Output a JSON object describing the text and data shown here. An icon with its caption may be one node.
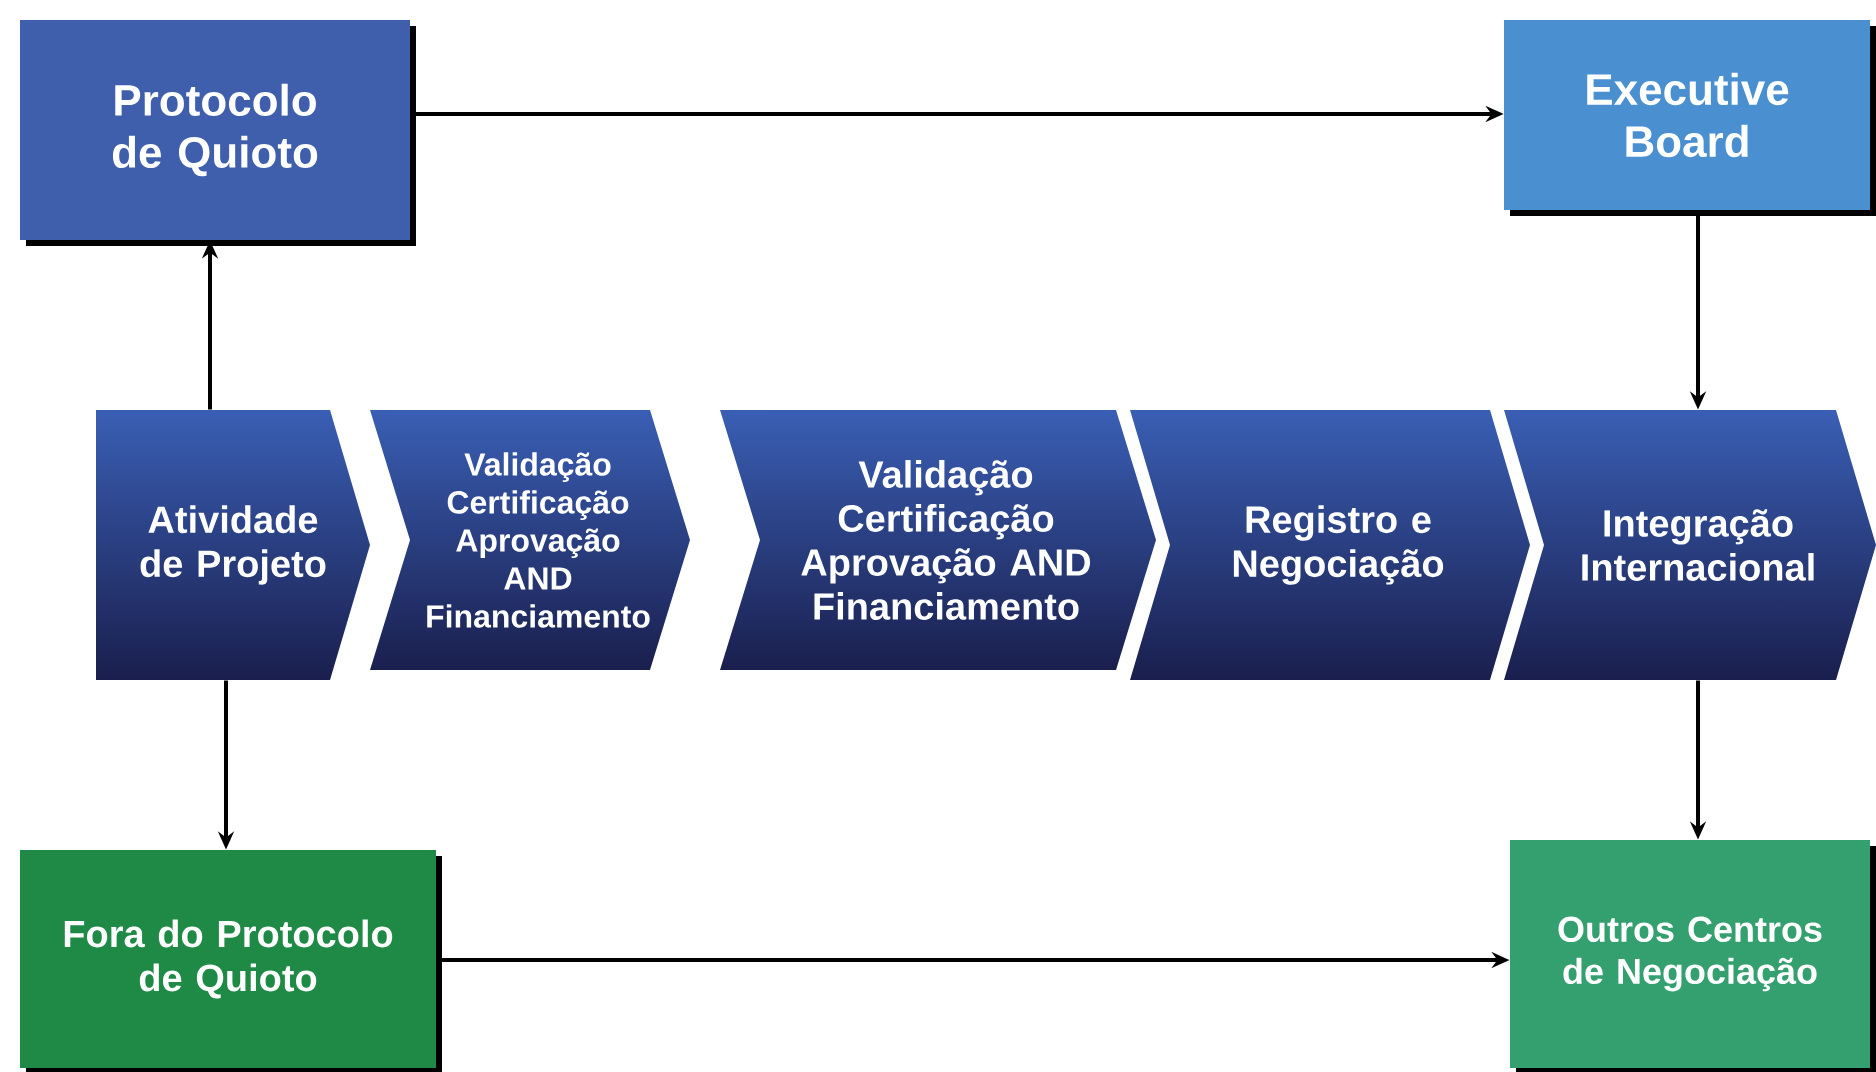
{
  "diagram": {
    "nodes": [
      {
        "text": [
          "Protocolo de Quioto"
        ]
      },
      {
        "text": [
          "Executive Board"
        ]
      },
      {
        "text": [
          "Atividade de Projeto"
        ]
      },
      {
        "text": [
          "Validação Certificação Aprovação AND Financiamento"
        ]
      },
      {
        "text": [
          "Validação Certificação Aprovação AND Financiamento"
        ]
      },
      {
        "text": [
          "Registro e Negociação"
        ]
      },
      {
        "text": [
          "Integração Internacional"
        ]
      },
      {
        "text": [
          "Fora do Protocolo de Quioto"
        ]
      },
      {
        "text": [
          "Outros Centros de Negociação"
        ]
      }
    ],
    "edges": [
      {
        "from": 2,
        "to": 0,
        "arrow": "to"
      },
      {
        "from": 0,
        "to": 1,
        "arrow": "to"
      },
      {
        "from": 1,
        "to": 6,
        "arrow": "to"
      },
      {
        "from": 2,
        "to": 7,
        "arrow": "to"
      },
      {
        "from": 7,
        "to": 8,
        "arrow": "to"
      },
      {
        "from": 6,
        "to": 8,
        "arrow": "to"
      }
    ]
  }
}
